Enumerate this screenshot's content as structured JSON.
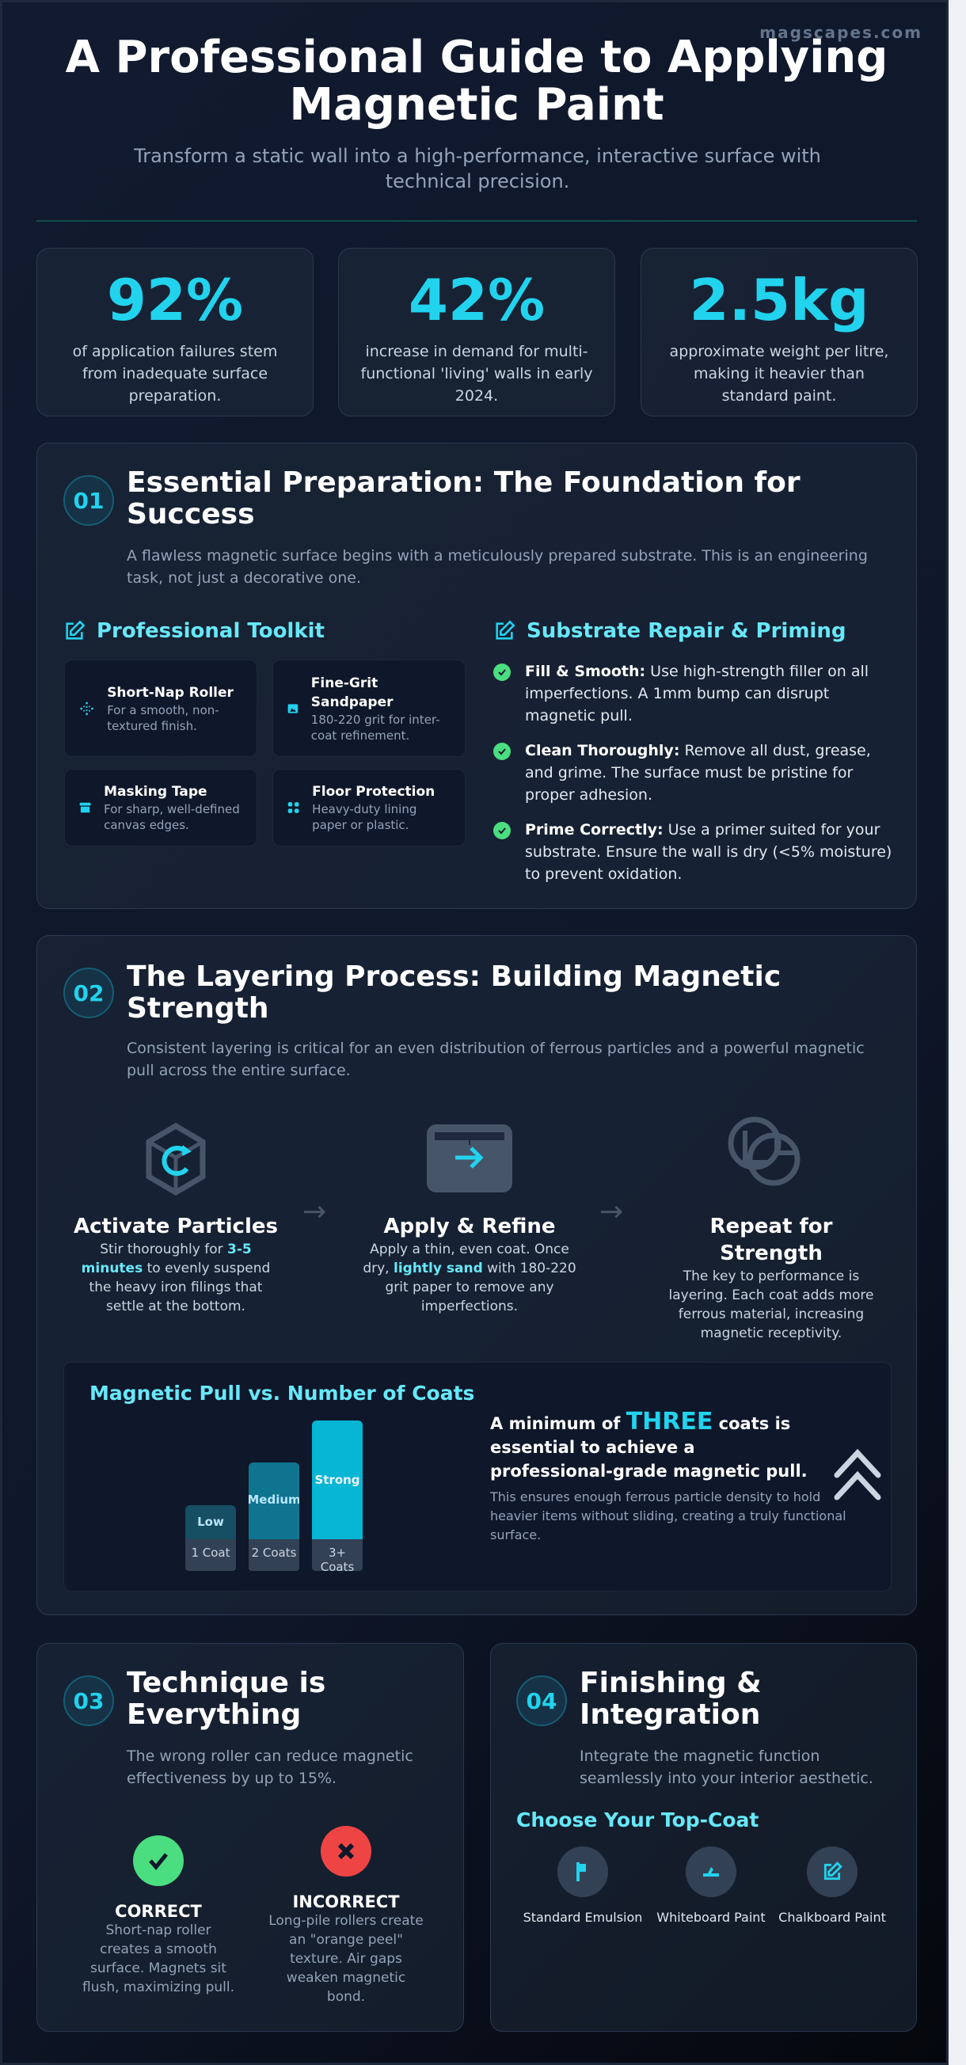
{
  "brand": "magscapes.com",
  "header": {
    "title_line1": "A Professional Guide to Applying",
    "title_line2": "Magnetic Paint",
    "subtitle": "Transform a static wall into a high-performance, interactive surface with technical precision."
  },
  "stats": [
    {
      "value": "92%",
      "desc": "of application failures stem from inadequate surface preparation."
    },
    {
      "value": "42%",
      "desc": "increase in demand for multi-functional 'living' walls in early 2024."
    },
    {
      "value": "2.5kg",
      "desc": "approximate weight per litre, making it heavier than standard paint."
    }
  ],
  "colors": {
    "accent": "#22d3ee",
    "heading": "#67e8f9",
    "success": "#4ade80",
    "danger": "#ef4444",
    "background": "#0f172a"
  },
  "section1": {
    "number": "01",
    "title": "Essential Preparation: The Foundation for Success",
    "lead": "A flawless magnetic surface begins with a meticulously prepared substrate. This is an engineering task, not just a decorative one.",
    "toolkit_title": "Professional Toolkit",
    "tools": [
      {
        "icon": "roller-icon",
        "name": "Short-Nap Roller",
        "desc": "For a smooth, non-textured finish."
      },
      {
        "icon": "sandpaper-icon",
        "name": "Fine-Grit Sandpaper",
        "desc": "180-220 grit for inter-coat refinement."
      },
      {
        "icon": "tape-icon",
        "name": "Masking Tape",
        "desc": "For sharp, well-defined canvas edges."
      },
      {
        "icon": "floor-icon",
        "name": "Floor Protection",
        "desc": "Heavy-duty lining paper or plastic."
      }
    ],
    "repair_title": "Substrate Repair & Priming",
    "repairs": [
      {
        "label": "Fill & Smooth:",
        "text": " Use high-strength filler on all imperfections. A 1mm bump can disrupt magnetic pull."
      },
      {
        "label": "Clean Thoroughly:",
        "text": " Remove all dust, grease, and grime. The surface must be pristine for proper adhesion."
      },
      {
        "label": "Prime Correctly:",
        "text": " Use a primer suited for your substrate. Ensure the wall is dry (<5% moisture) to prevent oxidation."
      }
    ]
  },
  "section2": {
    "number": "02",
    "title": "The Layering Process: Building Magnetic Strength",
    "lead": "Consistent layering is critical for an even distribution of ferrous particles and a powerful magnetic pull across the entire surface.",
    "steps": [
      {
        "title": "Activate Particles",
        "pre": "Stir thoroughly for ",
        "hl": "3-5 minutes",
        "post": " to evenly suspend the heavy iron filings that settle at the bottom."
      },
      {
        "title": "Apply & Refine",
        "pre": "Apply a thin, even coat. Once dry, ",
        "hl": "lightly sand",
        "post": " with 180-220 grit paper to remove any imperfections."
      },
      {
        "title": "Repeat for Strength",
        "pre": "The key to performance is layering. Each coat adds more ferrous material, increasing magnetic receptivity.",
        "hl": "",
        "post": ""
      }
    ],
    "chart_data": {
      "type": "bar",
      "title": "Magnetic Pull vs. Number of Coats",
      "categories": [
        "1 Coat",
        "2 Coats",
        "3+ Coats"
      ],
      "labels": [
        "Low",
        "Medium",
        "Strong"
      ],
      "values": [
        1,
        2,
        3
      ],
      "colors": [
        "#164e63",
        "#0e7490",
        "#06b6d4"
      ]
    },
    "callout": {
      "pre": "A minimum of ",
      "hl": "THREE",
      "post": " coats is essential to achieve a professional-grade magnetic pull.",
      "note": "This ensures enough ferrous particle density to hold heavier items without sliding, creating a truly functional surface."
    }
  },
  "section3": {
    "number": "03",
    "title": "Technique is Everything",
    "lead": "The wrong roller can reduce magnetic effectiveness by up to 15%.",
    "correct": {
      "title": "CORRECT",
      "desc": "Short-nap roller creates a smooth surface. Magnets sit flush, maximizing pull."
    },
    "incorrect": {
      "title": "INCORRECT",
      "desc": "Long-pile rollers create an \"orange peel\" texture. Air gaps weaken magnetic bond."
    }
  },
  "section4": {
    "number": "04",
    "title": "Finishing & Integration",
    "lead": "Integrate the magnetic function seamlessly into your interior aesthetic.",
    "choose_title": "Choose Your Top-Coat",
    "topcoats": [
      {
        "icon": "paint-roller-icon",
        "label": "Standard Emulsion"
      },
      {
        "icon": "marker-icon",
        "label": "Whiteboard Paint"
      },
      {
        "icon": "chalk-edit-icon",
        "label": "Chalkboard Paint"
      }
    ]
  }
}
